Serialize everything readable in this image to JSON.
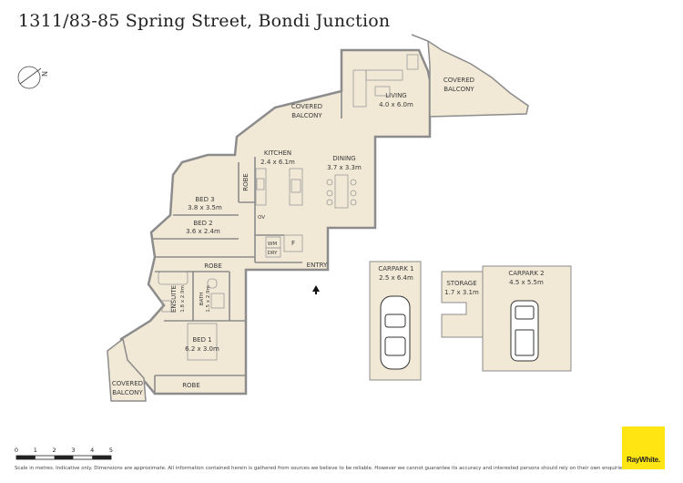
{
  "title": "1311/83-85 Spring Street, Bondi Junction",
  "compass": {
    "letter": "N"
  },
  "rooms": {
    "living": {
      "name": "LIVING",
      "dim": "4.0 x 6.0m"
    },
    "balcony_right": {
      "line1": "COVERED",
      "line2": "BALCONY"
    },
    "balcony_mid": {
      "line1": "COVERED",
      "line2": "BALCONY"
    },
    "kitchen": {
      "name": "KITCHEN",
      "dim": "2.4 x 6.1m"
    },
    "dining": {
      "name": "DINING",
      "dim": "3.7 x 3.3m"
    },
    "robe_v": {
      "name": "ROBE"
    },
    "bed3": {
      "name": "BED 3",
      "dim": "3.8 x 3.5m"
    },
    "bed2": {
      "name": "BED 2",
      "dim": "3.6 x 2.4m"
    },
    "ov": {
      "name": "OV"
    },
    "wm": {
      "name": "WM"
    },
    "dry": {
      "name": "DRY"
    },
    "fridge": {
      "name": "F"
    },
    "entry": {
      "name": "ENTRY"
    },
    "robe_h": {
      "name": "ROBE"
    },
    "ensuite": {
      "name": "ENSUITE",
      "dim": "1.8 x 2.9m"
    },
    "bath": {
      "name": "BATH",
      "dim": "1.5 x 2.9m"
    },
    "bed1": {
      "name": "BED 1",
      "dim": "6.2 x 3.0m"
    },
    "balcony_left": {
      "line1": "COVERED",
      "line2": "BALCONY"
    },
    "robe_bottom": {
      "name": "ROBE"
    },
    "carpark1": {
      "name": "CARPARK 1",
      "dim": "2.5 x 6.4m"
    },
    "storage": {
      "name": "STORAGE",
      "dim": "1.7 x 3.1m"
    },
    "carpark2": {
      "name": "CARPARK 2",
      "dim": "4.5 x 5.5m"
    }
  },
  "scale": {
    "ticks": [
      "0",
      "1",
      "2",
      "3",
      "4",
      "5"
    ]
  },
  "disclaimer": "Scale in metres. Indicative only. Dimensions are approximate. All information contained herein is gathered from sources we believe to be reliable. However we cannot guarantee its accuracy and interested persons should rely on their own enquiries.",
  "brand": {
    "name": "RayWhite."
  },
  "colors": {
    "floor": "#f1e8d6",
    "wall": "#8c8c8c",
    "brand": "#ffe512"
  }
}
